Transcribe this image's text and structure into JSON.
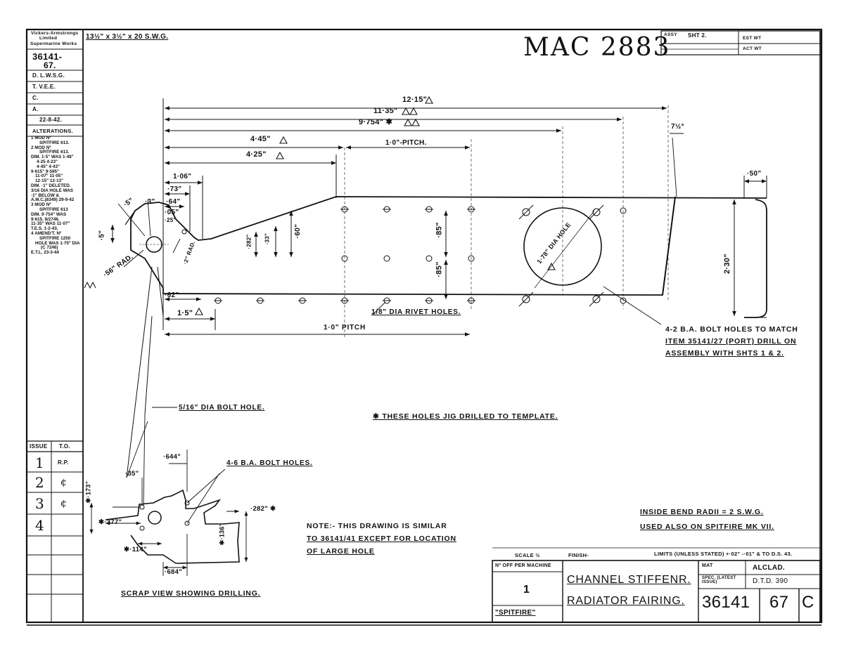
{
  "header": {
    "firm_line1": "Vickers-Armstrongs",
    "firm_line2": "Limited",
    "firm_line3": "Supermarine Works",
    "drawing_ref": "36141-",
    "drawing_ref_sub": "67.",
    "approvals": [
      "D. L.W.S.G.",
      "T. V.E.E.",
      "C.",
      "A."
    ],
    "date": "22-8-42.",
    "alterations_title": "ALTERATIONS.",
    "material_stock": "13½\" x 3½\" x 20 S.W.G.",
    "handwritten_ref": "MAC 2883",
    "assy": "ASSY",
    "sheet": "SHT 2.",
    "est_wt": "EST WT",
    "act_wt": "ACT WT"
  },
  "alterations": [
    {
      "no": "1",
      "lines": [
        "MOD Nº",
        "SPITFIRE 613."
      ]
    },
    {
      "no": "2",
      "lines": [
        "MOD Nº",
        "SPITFIRE 613.",
        "DIM. 1·5\" WAS 1·48\"",
        "4·25  4·23\"",
        "4·45\"  4·43\"",
        "9·615\"  9·595\"",
        "11·07\"  11·05\"",
        "12·15\"  12·13\"",
        "DIM. ·1\" DELETED.",
        "3/16 DIA HOLE WAS",
        "·1\" BELOW &",
        "A.M.C.(8349) 29-9-42"
      ]
    },
    {
      "no": "3",
      "lines": [
        "MOD Nº",
        "SPITFIRE 613",
        "DIM. 9·754\" WAS",
        "9·615. 8/2746.",
        "11·35\" WAS 11·07\"",
        "T.E.S.  1-2-43."
      ]
    },
    {
      "no": "4",
      "lines": [
        "AMEND'T. Nº",
        "SPITFIRE 1250",
        "HOLE WAS 1·70\" DIA",
        "(C 7246)",
        "E.T.L.  23-3-44"
      ]
    }
  ],
  "issues": {
    "headers": [
      "ISSUE",
      "T.O."
    ],
    "rows": [
      [
        "1",
        "R.P."
      ],
      [
        "2",
        "¢"
      ],
      [
        "3",
        "¢"
      ],
      [
        "4",
        ""
      ]
    ]
  },
  "dimensions": {
    "d1215": "12·15\"",
    "d1135": "11·35\"",
    "d9754": "9·754\" ✱",
    "d445": "4·45\"",
    "d425": "4·25\"",
    "pitch_top": "1·0\"-PITCH.",
    "angle": "7½°",
    "d106": "1·06\"",
    "d73": "·73\"",
    "d64": "·64\"",
    "d05": "·05\"",
    "d25": "·25\"",
    "d3": "·3\"",
    "d5a": "·5\"",
    "d5b": "·5\"",
    "rad": "·56\" RAD.",
    "rad2": "·2\" RAD.",
    "d282": "·282\"",
    "d33": "·33\"",
    "d60": "·60\"",
    "d85a": "·85\"",
    "d85b": "·85\"",
    "d62": "·62\"",
    "d15": "1·5\"",
    "d50": "·50\"",
    "d230": "2·30\"",
    "large_hole": "1·78\" DIA HOLE",
    "rivet_holes": "1/8\" DIA RIVET HOLES.",
    "pitch_bottom": "1·0\" PITCH",
    "bolt_note_1": "4-2 B.A. BOLT HOLES TO MATCH",
    "bolt_note_2": "ITEM 35141/27 (PORT) DRILL ON",
    "bolt_note_3": "ASSEMBLY WITH SHTS 1 & 2.",
    "jig_note": "✱ THESE HOLES JIG DRILLED TO TEMPLATE.",
    "bolt_hole": "5/16\" DIA BOLT HOLE.",
    "ba_holes": "4-6 B.A. BOLT HOLES.",
    "s644": "·644\"",
    "s35": "·35\"",
    "s173": "✱·173\"",
    "s377": "✱·377\"",
    "s114": "✱·114\"",
    "s684": "·684\"",
    "s282": "·282\" ✱",
    "s136": "✱·136\"",
    "scrap_view": "SCRAP VIEW SHOWING DRILLING.",
    "note_1": "NOTE:- THIS DRAWING IS SIMILAR",
    "note_2": "TO 36141/41  EXCEPT FOR LOCATION",
    "note_3": "OF LARGE HOLE",
    "bend_1": "INSIDE BEND RADII = 2 S.W.G.",
    "bend_2": "USED ALSO ON SPITFIRE MK VII."
  },
  "title_block": {
    "scale": "SCALE ½",
    "finish": "FINISH-",
    "limits": "LIMITS (UNLESS STATED) +·02\" -·01\" & TO D.S. 43.",
    "no_off_label": "Nº OFF PER MACHINE",
    "no_off": "1",
    "aircraft": "\"SPITFIRE\"",
    "title_1": "CHANNEL STIFFENR.",
    "title_2": "RADIATOR FAIRING.",
    "mat_label": "MAT",
    "material": "ALCLAD.",
    "spec_label": "SPEC. (LATEST ISSUE)",
    "spec": "D.T.D. 390",
    "drawing_no": "36141",
    "item_no": "67",
    "issue_letter": "C"
  }
}
